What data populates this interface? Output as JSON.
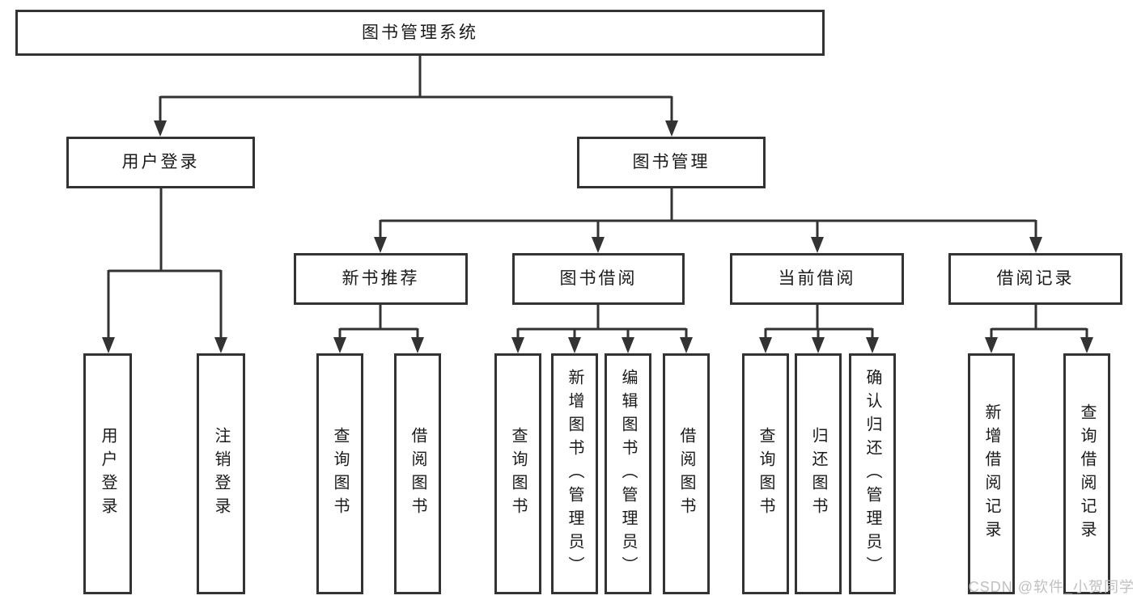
{
  "tree": {
    "label": "图书管理系统",
    "children": [
      {
        "label": "用户登录",
        "children": [
          {
            "label": "用户登录"
          },
          {
            "label": "注销登录"
          }
        ]
      },
      {
        "label": "图书管理",
        "children": [
          {
            "label": "新书推荐",
            "children": [
              {
                "label": "查询图书"
              },
              {
                "label": "借阅图书"
              }
            ]
          },
          {
            "label": "图书借阅",
            "children": [
              {
                "label": "查询图书"
              },
              {
                "label": "新增图书（管理员）"
              },
              {
                "label": "编辑图书（管理员）"
              },
              {
                "label": "借阅图书"
              }
            ]
          },
          {
            "label": "当前借阅",
            "children": [
              {
                "label": "查询图书"
              },
              {
                "label": "归还图书"
              },
              {
                "label": "确认归还（管理员）"
              }
            ]
          },
          {
            "label": "借阅记录",
            "children": [
              {
                "label": "新增借阅记录"
              },
              {
                "label": "查询借阅记录"
              }
            ]
          }
        ]
      }
    ]
  },
  "watermark": {
    "text": "CSDN @软件_小贺同学"
  },
  "colors": {
    "line": "#333333",
    "text": "#1a1a1a",
    "background": "#ffffff",
    "watermark": "#c0c0c0"
  }
}
